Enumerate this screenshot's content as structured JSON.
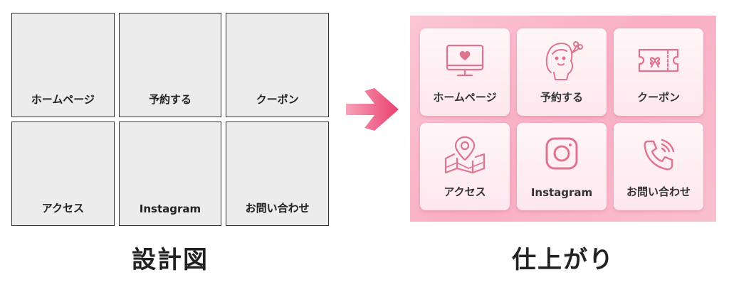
{
  "wireframe": {
    "cells": [
      "ホームページ",
      "予約する",
      "クーポン",
      "アクセス",
      "Instagram",
      "お問い合わせ"
    ]
  },
  "captions": {
    "left": "設計図",
    "right": "仕上がり"
  },
  "finished": {
    "tiles": [
      {
        "label": "ホームページ",
        "icon": "monitor-heart-icon"
      },
      {
        "label": "予約する",
        "icon": "hair-scissors-icon"
      },
      {
        "label": "クーポン",
        "icon": "ticket-ribbon-icon"
      },
      {
        "label": "アクセス",
        "icon": "map-pin-icon"
      },
      {
        "label": "Instagram",
        "icon": "instagram-icon"
      },
      {
        "label": "お問い合わせ",
        "icon": "phone-icon"
      }
    ]
  },
  "colors": {
    "accent": "#e8406f",
    "icon": "#e0738e",
    "panel": "#f9b3c6"
  }
}
